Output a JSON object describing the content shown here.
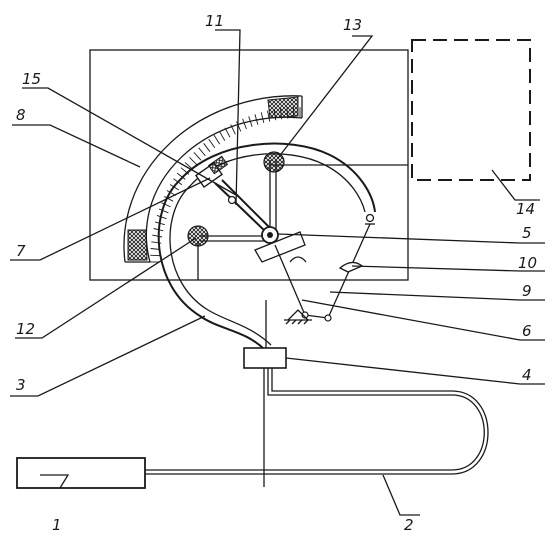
{
  "labels": {
    "l1": "1",
    "l2": "2",
    "l3": "3",
    "l4": "4",
    "l5": "5",
    "l6": "6",
    "l7": "7",
    "l8": "8",
    "l9": "9",
    "l10": "10",
    "l11": "11",
    "l12": "12",
    "l13": "13",
    "l14": "14",
    "l15": "15"
  },
  "colors": {
    "ink": "#1a1a1a",
    "background": "#ffffff"
  }
}
